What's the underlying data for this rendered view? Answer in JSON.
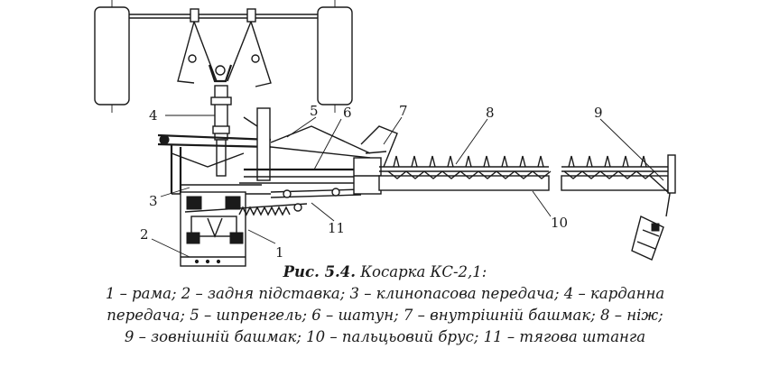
{
  "figure": {
    "labels": [
      "1",
      "2",
      "3",
      "4",
      "5",
      "6",
      "7",
      "8",
      "9",
      "10",
      "11"
    ]
  },
  "caption": {
    "number": "Рис. 5.4.",
    "title": "Косарка КС-2,1:",
    "line1": "1 – рама; 2 – задня підставка; 3 – клинопасова передача; 4 – карданна",
    "line2": "передача; 5 – шпренгель; 6 – шатун; 7 – внутрішній башмак; 8 – ніж;",
    "line3": "9 – зовнішній башмак; 10 – пальцьовий брус; 11 – тягова штанга"
  }
}
